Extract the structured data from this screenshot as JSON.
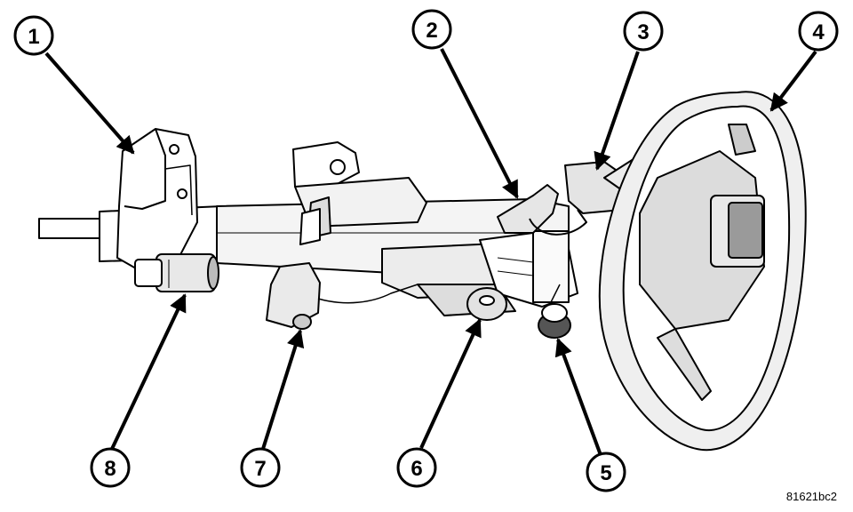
{
  "figure_id": "81621bc2",
  "callouts": [
    {
      "number": "1"
    },
    {
      "number": "2"
    },
    {
      "number": "3"
    },
    {
      "number": "4"
    },
    {
      "number": "5"
    },
    {
      "number": "6"
    },
    {
      "number": "7"
    },
    {
      "number": "8"
    }
  ],
  "colors": {
    "line": "#000000",
    "fill": "#ffffff",
    "shade": "#d8d8d8",
    "dark": "#555555"
  }
}
